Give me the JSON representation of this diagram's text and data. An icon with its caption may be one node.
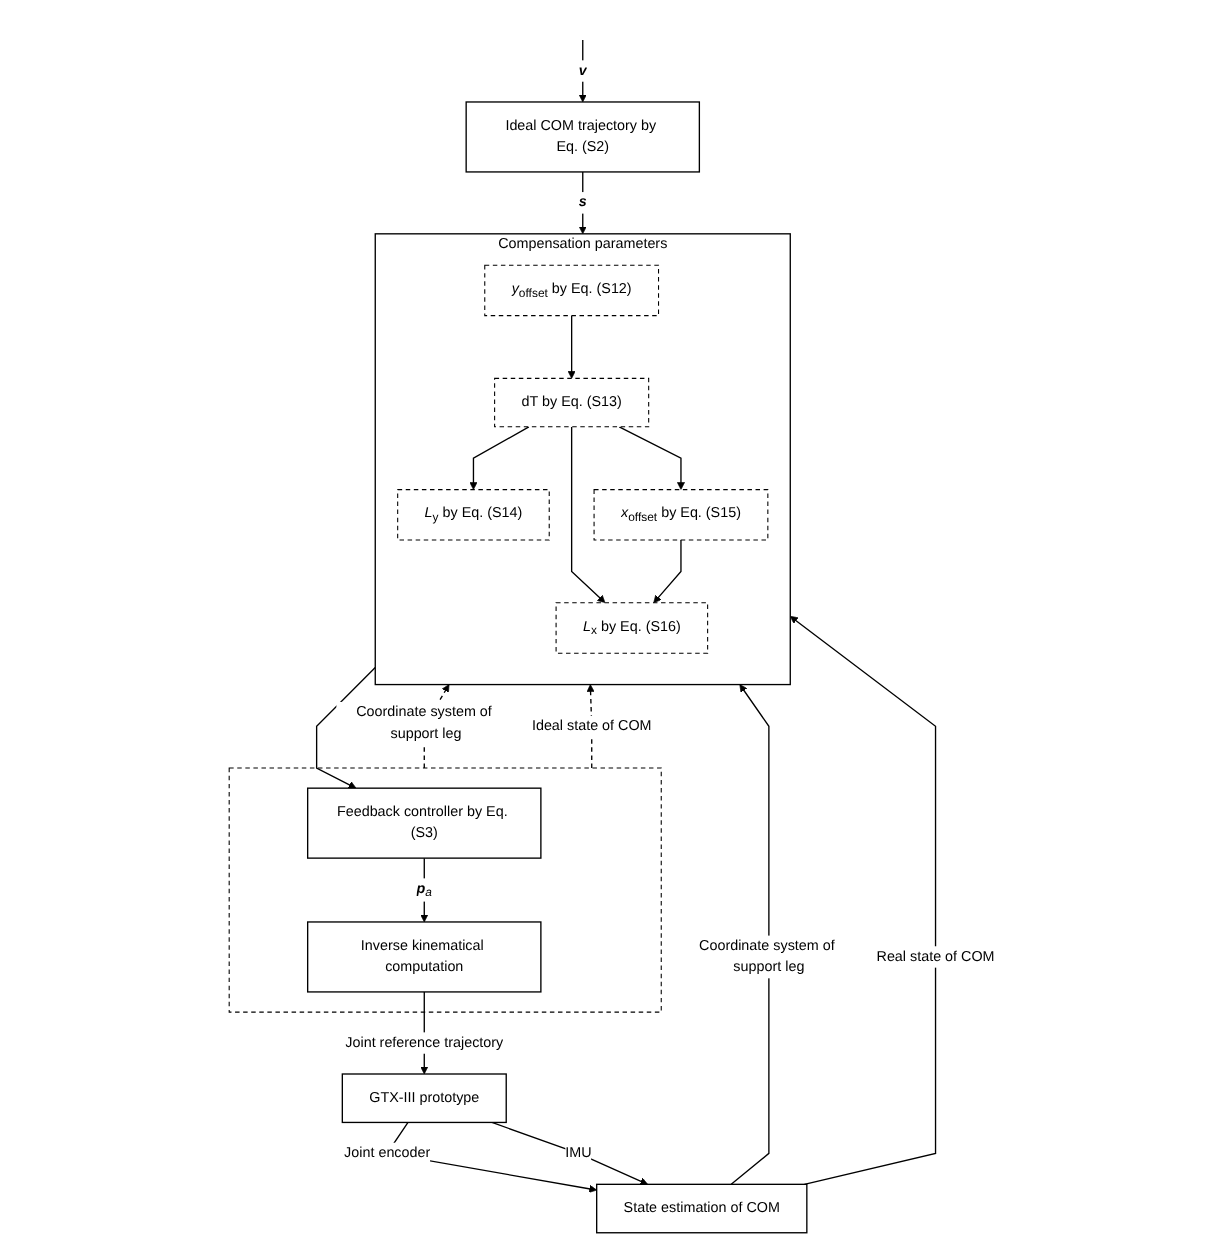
{
  "diagram": {
    "nodes": [
      {
        "text": [
          "Compensation parameters"
        ]
      },
      {
        "text": [
          "*y*$_{offset}$ by Eq. (S12)"
        ],
        "in": 0
      },
      {
        "text": [
          "dT by Eq. (S13)"
        ],
        "in": 0
      },
      {
        "text": [
          "*L*$_{y}$ by Eq. (S14)"
        ],
        "in": 0
      },
      {
        "text": [
          "*x*$_{offset}$ by Eq. (S15)"
        ],
        "in": 0
      },
      {
        "text": [
          "*L*$_{x}$ by Eq. (S16)"
        ],
        "in": 0
      },
      {
        "text": [
          "Ideal COM trajectory by Eq. (S2)"
        ]
      },
      {
        "text": [],
        "shape": "box"
      },
      {
        "text": [
          "Feedback controller by Eq. (S3)"
        ],
        "in": 7
      },
      {
        "text": [
          "Inverse kinematical computation"
        ],
        "in": 7
      },
      {
        "text": [
          "GTX-III prototype"
        ]
      },
      {
        "text": [
          "State estimation of COM"
        ]
      }
    ],
    "edges": [
      {
        "from": null,
        "to": 6,
        "arrow": "to",
        "label": "v"
      },
      {
        "from": 6,
        "to": 0,
        "arrow": "to",
        "label": "s"
      },
      {
        "from": 1,
        "to": 2,
        "arrow": "to"
      },
      {
        "from": 2,
        "to": 3,
        "arrow": "to"
      },
      {
        "from": 2,
        "to": 4,
        "arrow": "to"
      },
      {
        "from": 2,
        "to": 5,
        "arrow": "to"
      },
      {
        "from": 4,
        "to": 5,
        "arrow": "to"
      },
      {
        "from": 0,
        "to": 8,
        "arrow": "to"
      },
      {
        "from": 8,
        "to": 9,
        "arrow": "to",
        "label": "**p**$_{a}$"
      },
      {
        "from": 9,
        "to": 10,
        "arrow": "to",
        "label": "Joint reference trajectory"
      },
      {
        "from": 10,
        "to": 11,
        "arrow": "to",
        "label": "Joint encoder"
      },
      {
        "from": 10,
        "to": 11,
        "arrow": "to",
        "label": "IMU"
      },
      {
        "from": 7,
        "to": 0,
        "arrow": "to",
        "label": "Coordinate system of support leg",
        "style": "dashed"
      },
      {
        "from": 7,
        "to": 0,
        "arrow": "to",
        "label": "Ideal state of COM",
        "style": "dashed"
      },
      {
        "from": 11,
        "to": 0,
        "arrow": "to",
        "label": "Coordinate system of support leg"
      },
      {
        "from": 11,
        "to": 0,
        "arrow": "to",
        "label": "Real state of COM"
      }
    ]
  }
}
